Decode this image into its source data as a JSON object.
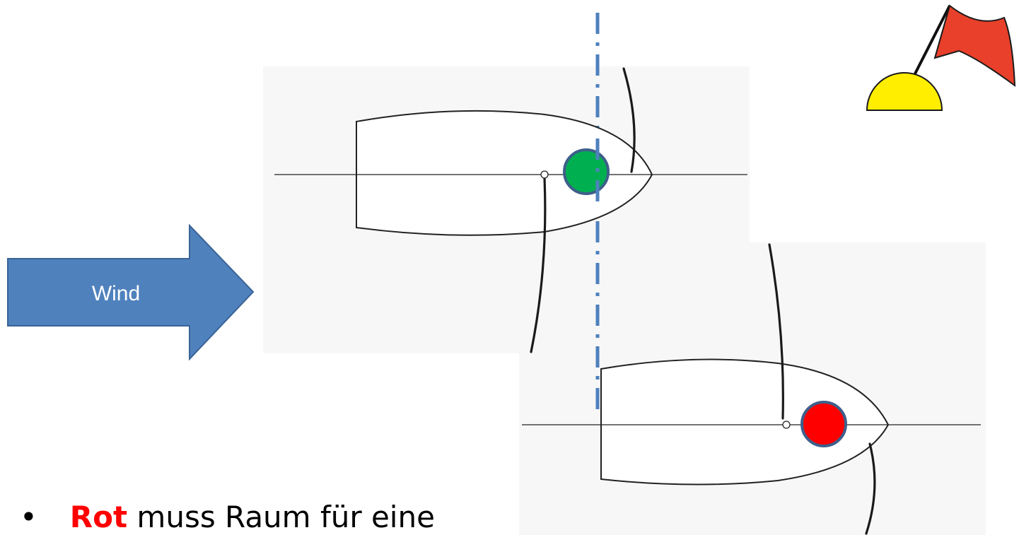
{
  "wind_label": "Wind",
  "bullet": {
    "highlight": "Rot",
    "rest": " muss Raum für eine"
  },
  "colors": {
    "wind_arrow": "#4f81bd",
    "line_of_reference": "#4f81bd",
    "green_boat_marker": "#00b050",
    "red_boat_marker": "#ff0000",
    "marker_border": "#3e5f8a",
    "buoy_yellow": "#ffee00",
    "flag_red": "#e8402a",
    "rot_text": "#ff0000"
  },
  "icons": {
    "mark": "buoy-with-flag-icon",
    "wind": "wind-arrow-icon"
  }
}
